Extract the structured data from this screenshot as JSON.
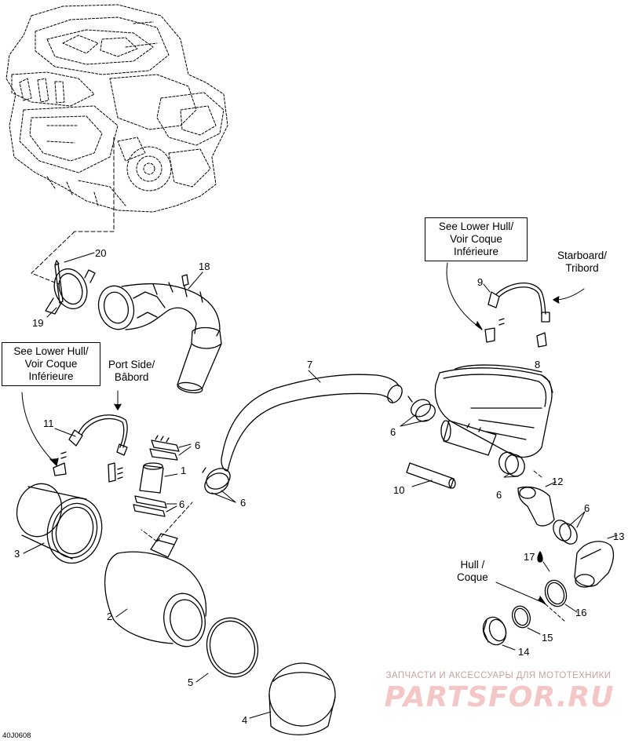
{
  "callouts": {
    "lower_hull_left": [
      "See Lower Hull/",
      "Voir Coque",
      "Inférieure"
    ],
    "lower_hull_right": [
      "See Lower Hull/",
      "Voir Coque",
      "Inférieure"
    ],
    "port_side": [
      "Port Side/",
      "Bâbord"
    ],
    "starboard": [
      "Starboard/",
      "Tribord"
    ],
    "hull": [
      "Hull /",
      "Coque"
    ]
  },
  "part_numbers": {
    "p20": "20",
    "p19": "19",
    "p18": "18",
    "p11": "11",
    "p6a": "6",
    "p1": "1",
    "p6b": "6",
    "p6c": "6",
    "p3": "3",
    "p2": "2",
    "p5": "5",
    "p4": "4",
    "p7": "7",
    "p8": "8",
    "p9": "9",
    "p6d": "6",
    "p10": "10",
    "p6e": "6",
    "p12": "12",
    "p6f": "6",
    "p13": "13",
    "p17": "17",
    "p16": "16",
    "p15": "15",
    "p14": "14"
  },
  "watermark": {
    "line1": "ЗАПЧАСТИ И АКСЕССУАРЫ ДЛЯ МОТОТЕХНИКИ",
    "line2": "PARTSFOR.RU"
  },
  "diagram_code": "40J0608",
  "colors": {
    "line": "#000000",
    "watermark_text": "#c8a0a0",
    "watermark_logo": "#f4c6c6"
  }
}
